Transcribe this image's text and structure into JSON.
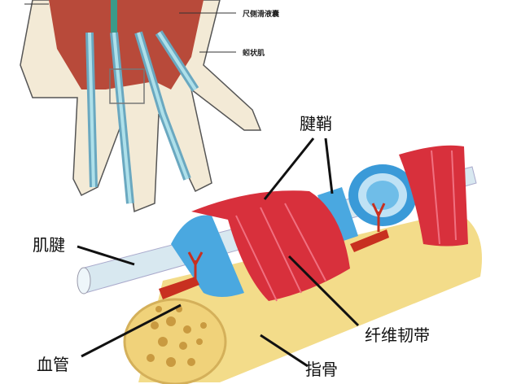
{
  "labels": {
    "tendon_sheath": "腱鞘",
    "tendon": "肌腱",
    "fibrous_ligament": "纤维韧带",
    "blood_vessel": "血管",
    "phalanx": "指骨"
  },
  "hand_labels": {
    "ulnar_bursa": "尺侧滑液囊",
    "lumbrical": "蚓状肌"
  }
}
